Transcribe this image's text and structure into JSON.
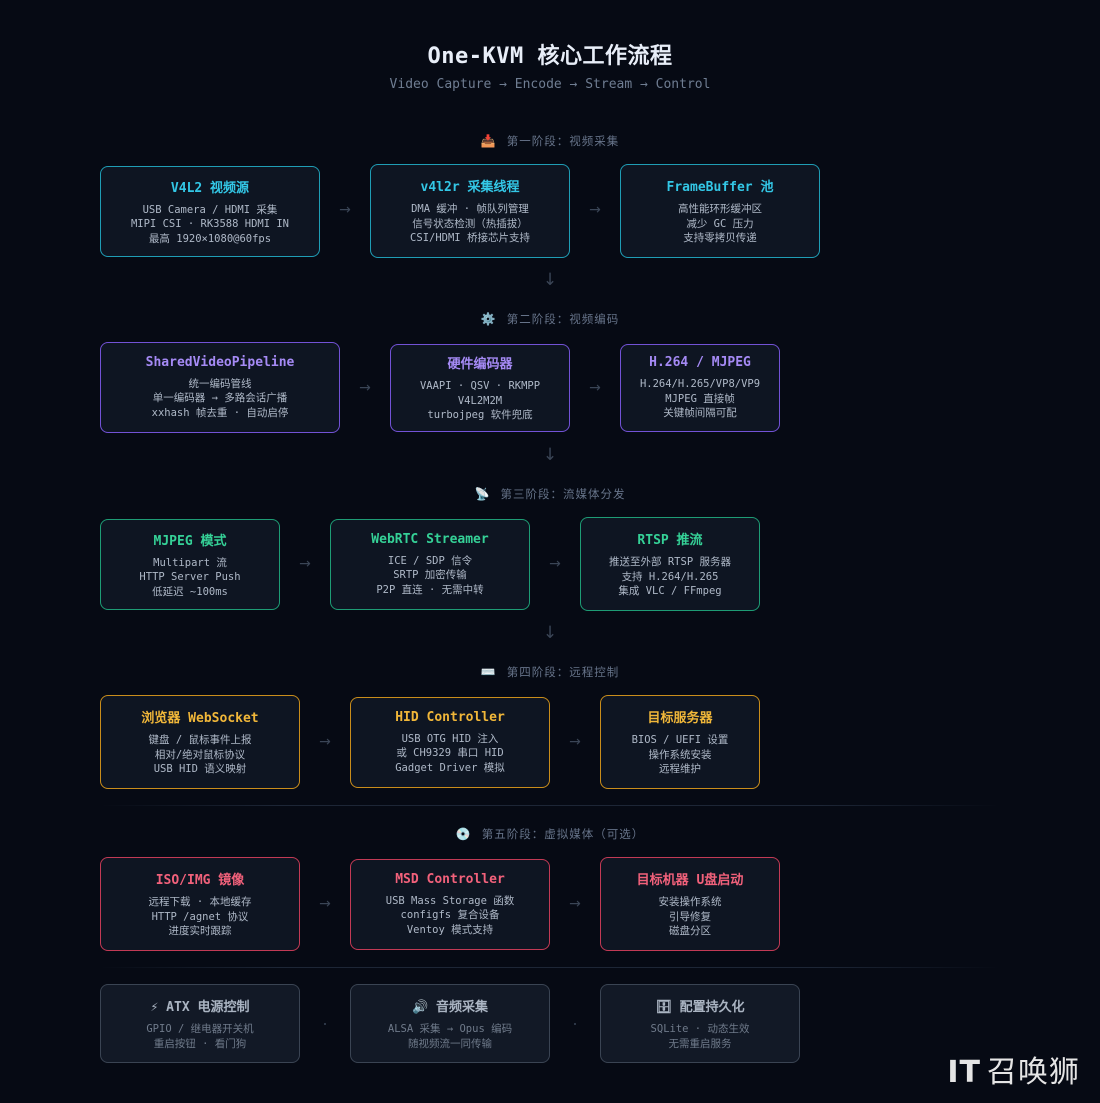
{
  "header": {
    "title": "One-KVM 核心工作流程",
    "subtitle": "Video Capture → Encode → Stream → Control"
  },
  "stages": [
    {
      "icon": "📥",
      "label": "第一阶段：视频采集"
    },
    {
      "icon": "⚙️",
      "label": "第二阶段：视频编码"
    },
    {
      "icon": "📡",
      "label": "第三阶段：流媒体分发"
    },
    {
      "icon": "⌨️",
      "label": "第四阶段：远程控制"
    },
    {
      "icon": "💿",
      "label": "第五阶段：虚拟媒体（可选）"
    }
  ],
  "rows": [
    [
      {
        "title": "V4L2 视频源",
        "lines": [
          "USB Camera / HDMI 采集",
          "MIPI CSI · RK3588 HDMI IN",
          "最高 1920×1080@60fps"
        ]
      },
      {
        "title": "v4l2r 采集线程",
        "lines": [
          "DMA 缓冲 · 帧队列管理",
          "信号状态检测（热插拔）",
          "CSI/HDMI 桥接芯片支持"
        ]
      },
      {
        "title": "FrameBuffer 池",
        "lines": [
          "高性能环形缓冲区",
          "减少 GC 压力",
          "支持零拷贝传递"
        ]
      }
    ],
    [
      {
        "title": "SharedVideoPipeline",
        "lines": [
          "统一编码管线",
          "单一编码器 → 多路会话广播",
          "xxhash 帧去重 · 自动启停"
        ]
      },
      {
        "title": "硬件编码器",
        "lines": [
          "VAAPI · QSV · RKMPP",
          "V4L2M2M",
          "turbojpeg 软件兜底"
        ]
      },
      {
        "title": "H.264 / MJPEG",
        "lines": [
          "H.264/H.265/VP8/VP9",
          "MJPEG 直接帧",
          "关键帧间隔可配"
        ]
      }
    ],
    [
      {
        "title": "MJPEG 模式",
        "lines": [
          "Multipart 流",
          "HTTP Server Push",
          "低延迟 ~100ms"
        ]
      },
      {
        "title": "WebRTC Streamer",
        "lines": [
          "ICE / SDP 信令",
          "SRTP 加密传输",
          "P2P 直连 · 无需中转"
        ]
      },
      {
        "title": "RTSP 推流",
        "lines": [
          "推送至外部 RTSP 服务器",
          "支持 H.264/H.265",
          "集成 VLC / FFmpeg"
        ]
      }
    ],
    [
      {
        "title": "浏览器 WebSocket",
        "lines": [
          "键盘 / 鼠标事件上报",
          "相对/绝对鼠标协议",
          "USB HID 语义映射"
        ]
      },
      {
        "title": "HID Controller",
        "lines": [
          "USB OTG HID 注入",
          "或 CH9329 串口 HID",
          "Gadget Driver 模拟"
        ]
      },
      {
        "title": "目标服务器",
        "lines": [
          "BIOS / UEFI 设置",
          "操作系统安装",
          "远程维护"
        ]
      }
    ],
    [
      {
        "title": "ISO/IMG 镜像",
        "lines": [
          "远程下载 · 本地缓存",
          "HTTP /agnet 协议",
          "进度实时跟踪"
        ]
      },
      {
        "title": "MSD Controller",
        "lines": [
          "USB Mass Storage 函数",
          "configfs 复合设备",
          "Ventoy 模式支持"
        ]
      },
      {
        "title": "目标机器 U盘启动",
        "lines": [
          "安装操作系统",
          "引导修复",
          "磁盘分区"
        ]
      }
    ]
  ],
  "extras": [
    {
      "icon": "⚡",
      "title": "ATX 电源控制",
      "lines": [
        "GPIO / 继电器开关机",
        "重启按钮 · 看门狗"
      ]
    },
    {
      "icon": "🔊",
      "title": "音频采集",
      "lines": [
        "ALSA 采集 → Opus 编码",
        "随视频流一同传输"
      ]
    },
    {
      "icon": "🗄",
      "title": "配置持久化",
      "lines": [
        "SQLite · 动态生效",
        "无需重启服务"
      ]
    }
  ],
  "arrows": {
    "horizontal": "→",
    "vertical": "↓"
  },
  "colors": {
    "background": "#060a14",
    "stage1": "#33c7e6",
    "stage2": "#a58af5",
    "stage3": "#35d197",
    "stage4": "#f1b739",
    "stage5": "#f2617b",
    "extras": "#aab4c2"
  },
  "watermark": {
    "prefix": "IT",
    "text": "召唤狮"
  }
}
